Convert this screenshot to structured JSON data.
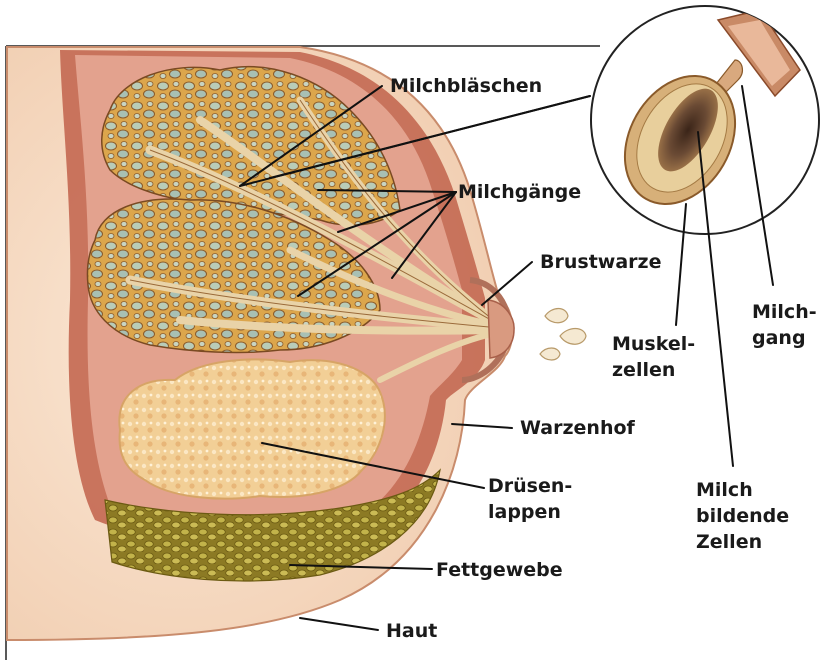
{
  "labels": {
    "milchblaeschen": "Milchbläschen",
    "milchgaenge": "Milchgänge",
    "brustwarze": "Brustwarze",
    "warzenhof": "Warzenhof",
    "druesenlappen_1": "Drüsen-",
    "druesenlappen_2": "lappen",
    "fettgewebe": "Fettgewebe",
    "haut": "Haut",
    "muskelzellen_1": "Muskel-",
    "muskelzellen_2": "zellen",
    "milchgang_1": "Milch-",
    "milchgang_2": "gang",
    "milchbildende_1": "Milch",
    "milchbildende_2": "bildende",
    "milchbildende_3": "Zellen"
  },
  "colors": {
    "skin": "#f6dcc4",
    "skin_shade": "#ecc4a4",
    "tissue_red": "#c46a54",
    "tissue_pink": "#e9a892",
    "lobule_gold": "#d9a84a",
    "lobule_teal": "#a9c2b0",
    "fat_yellow": "#b9a83a",
    "gland_cream": "#f1cf98",
    "duct_cream": "#f0dcb4"
  }
}
